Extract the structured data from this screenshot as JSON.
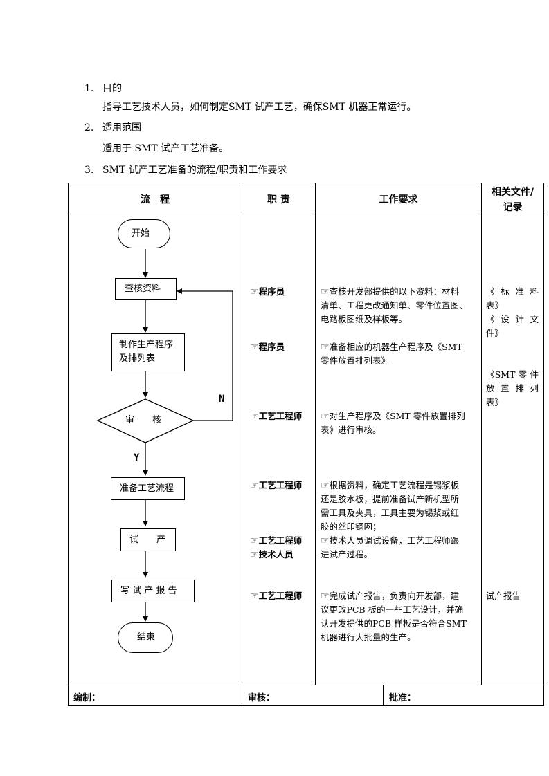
{
  "sections": [
    {
      "num": "1.",
      "title": "目的",
      "body": "指导工艺技术人员，如何制定SMT 试产工艺，确保SMT 机器正常运行。"
    },
    {
      "num": "2.",
      "title": "适用范围",
      "body": "适用于 SMT 试产工艺准备。"
    },
    {
      "num": "3.",
      "title": "SMT 试产工艺准备的流程/职责和工作要求",
      "body": ""
    }
  ],
  "table": {
    "headers": {
      "flow": "流　程",
      "duty": "职 责",
      "req": "工作要求",
      "docs1": "相关文件/",
      "docs2": "记录"
    },
    "flowchart": {
      "start": "开始",
      "step1": "查核资料",
      "step2a": "制作生产程序",
      "step2b": "及排列表",
      "decision": "审　　核",
      "no": "N",
      "yes": "Y",
      "step3": "准备工艺流程",
      "step4": "试　　产",
      "step5": "写 试 产 报 告",
      "end": "结束"
    },
    "hand_icon": "pointing-hand-icon",
    "hand_glyph": "☞",
    "rows": [
      {
        "duty": [
          "程序员"
        ],
        "req": [
          "查核开发部提供的以下资料：材料",
          "清单、工程更改通知单、零件位置图、",
          "电路板图纸及样板等。"
        ]
      },
      {
        "duty": [
          "程序员"
        ],
        "req": [
          "准备相应的机器生产程序及《SMT",
          "零件放置排列表》。"
        ]
      },
      {
        "duty": [
          "工艺工程师"
        ],
        "req": [
          "对生产程序及《SMT 零件放置排列",
          "表》进行审核。"
        ]
      },
      {
        "duty": [
          "工艺工程师"
        ],
        "req": [
          "根据资料，确定工艺流程是锡浆板",
          "还是胶水板，提前准备试产新机型所",
          "需工具及夹具，工具主要为锡浆或红",
          "胶的丝印钢网；"
        ]
      },
      {
        "duty": [
          "工艺工程师",
          "技术人员"
        ],
        "req": [
          "技术人员调试设备，工艺工程师跟",
          "进试产过程。"
        ]
      },
      {
        "duty": [
          "工艺工程师"
        ],
        "req": [
          "完成试产报告，负责向开发部，建",
          "议更改PCB 板的一些工艺设计，并确",
          "认开发提供的PCB 样板是否符合SMT",
          "机器进行大批量的生产。"
        ]
      }
    ],
    "docs": [
      [
        "《 标 准 料",
        "表》",
        "《 设 计 文",
        "件》"
      ],
      [
        "《SMT 零 件",
        "放 置 排 列",
        "表》"
      ],
      [
        "试产报告"
      ]
    ]
  },
  "footer": {
    "prepared": "编制：",
    "reviewed": "审核：",
    "approved": "批准："
  }
}
